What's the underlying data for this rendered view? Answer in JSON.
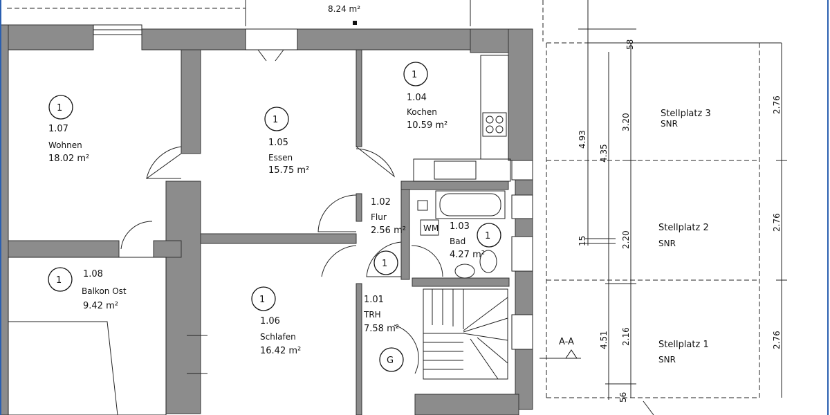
{
  "top_area": {
    "text": "8.24 m²"
  },
  "rooms": [
    {
      "id": "wohnen",
      "number": "1.07",
      "name": "Wohnen",
      "area": "18.02 m²",
      "marker": "1"
    },
    {
      "id": "essen",
      "number": "1.05",
      "name": "Essen",
      "area": "15.75 m²",
      "marker": "1"
    },
    {
      "id": "kochen",
      "number": "1.04",
      "name": "Kochen",
      "area": "10.59 m²",
      "marker": "1"
    },
    {
      "id": "flur",
      "number": "1.02",
      "name": "Flur",
      "area": "2.56 m²",
      "marker": "1"
    },
    {
      "id": "bad",
      "number": "1.03",
      "name": "Bad",
      "area": "4.27 m²",
      "marker": "1"
    },
    {
      "id": "balkon",
      "number": "1.08",
      "name": "Balkon Ost",
      "area": "9.42 m²",
      "marker": "1"
    },
    {
      "id": "schlafen",
      "number": "1.06",
      "name": "Schlafen",
      "area": "16.42 m²",
      "marker": "1"
    },
    {
      "id": "trh",
      "number": "1.01",
      "name": "TRH",
      "area": "7.58 m²",
      "marker": "G"
    }
  ],
  "wm_label": "WM",
  "section_label": "A-A",
  "parking": [
    {
      "name": "Stellplatz 3",
      "note": "SNR",
      "depth": "2.76"
    },
    {
      "name": "Stellplatz 2",
      "note": "SNR",
      "depth": "2.76"
    },
    {
      "name": "Stellplatz 1",
      "note": "SNR",
      "depth": "2.76"
    }
  ],
  "dimensions": {
    "d58": "58",
    "d493": "4.93",
    "d435": "4.35",
    "d320": "3.20",
    "d15": "15",
    "d220": "2.20",
    "d451": "4.51",
    "d216": "2.16",
    "d56": "56"
  }
}
